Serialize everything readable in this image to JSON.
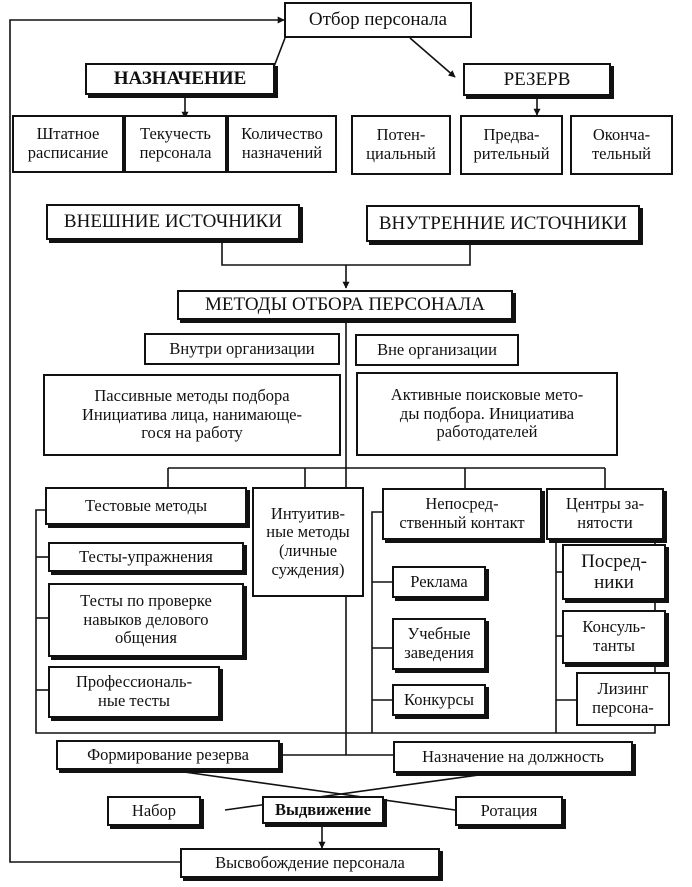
{
  "nodes": {
    "otbor": "Отбор персонала",
    "naznachenie": "НАЗНАЧЕНИЕ",
    "rezerv": "РЕЗЕРВ",
    "shtatnoe": "Штатное\nрасписание",
    "tekuchest": "Текучесть\nперсонала",
    "kolichestvo": "Количество\nназначений",
    "potencialny": "Потен-\nциальный",
    "predvaritelny": "Предва-\nрительный",
    "okonchatelny": "Оконча-\nтельный",
    "vneshnie": "ВНЕШНИЕ ИСТОЧНИКИ",
    "vnutrennie": "ВНУТРЕННИЕ ИСТОЧНИКИ",
    "metody": "МЕТОДЫ ОТБОРА ПЕРСОНАЛА",
    "vnutri_org": "Внутри организации",
    "vne_org": "Вне организации",
    "passivnye": "Пассивные методы подбора\nИнициатива лица, нанимающе-\nгося на работу",
    "aktivnye": "Активные поисковые мето-\nды подбора. Инициатива\nработодателей",
    "testovye": "Тестовые методы",
    "intuitivnye": "Интуитив-\nные методы\n(личные\nсуждения)",
    "neposredstvenny": "Непосред-\nственный контакт",
    "centry": "Центры за-\nнятости",
    "testy_upr": "Тесты-упражнения",
    "testy_navyki": "Тесты по проверке\nнавыков делового\nобщения",
    "professionalnye": "Профессиональ-\nные тесты",
    "reklama": "Реклама",
    "uchebnye": "Учебные\nзаведения",
    "konkursy": "Конкурсы",
    "posredniki": "Посред-\nники",
    "konsultanty": "Консуль-\nтанты",
    "lizing": "Лизинг\nперсона-",
    "formirovanie": "Формирование резерва",
    "naznachenie_dolzh": "Назначение на должность",
    "nabor": "Набор",
    "vydvizhenie": "Выдвижение",
    "rotaciya": "Ротация",
    "vysvobozhdenie": "Высвобождение персонала"
  }
}
